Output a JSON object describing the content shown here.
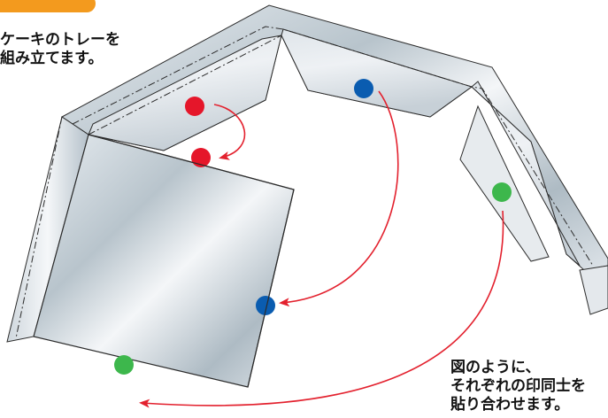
{
  "instructions": {
    "top_lines": [
      "ケーキのトレーを",
      "組み立てます。"
    ],
    "bottom_lines": [
      "図のように、",
      "それぞれの印同士を",
      "貼り合わせます。"
    ]
  },
  "colors": {
    "tab": "#f39a1e",
    "red_mark": "#e5162a",
    "blue_mark": "#0a5cb0",
    "green_mark": "#3db74c",
    "arrow_red": "#e3212e"
  },
  "marks": [
    {
      "color": "red",
      "role": "source"
    },
    {
      "color": "red",
      "role": "target"
    },
    {
      "color": "blue",
      "role": "source"
    },
    {
      "color": "blue",
      "role": "target"
    },
    {
      "color": "green",
      "role": "source"
    },
    {
      "color": "green",
      "role": "target"
    }
  ]
}
